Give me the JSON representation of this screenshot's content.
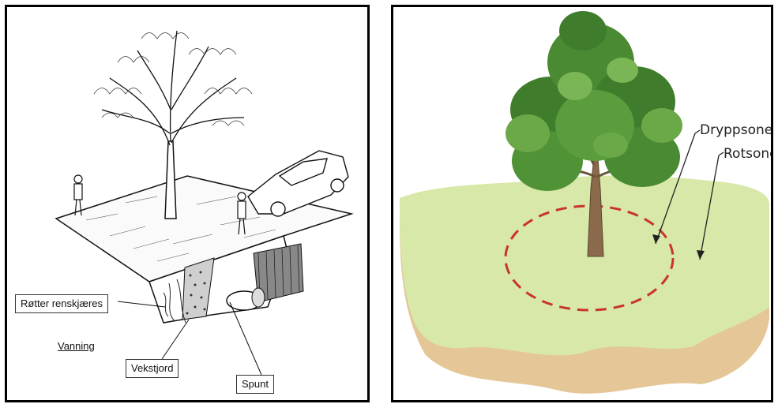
{
  "left_diagram": {
    "labels": {
      "roots_cut": "Røtter renskjæres",
      "watering": "Vanning",
      "growing_soil": "Vekstjord",
      "sheet_pile": "Spunt"
    }
  },
  "right_diagram": {
    "labels": {
      "drip_zone": "Dryppsone",
      "root_zone": "Rotsone"
    },
    "colors": {
      "grass": "#d7e8a9",
      "soil": "#e4c697",
      "drip_line": "#c9342a",
      "foliage": "#3f7d2c"
    }
  }
}
